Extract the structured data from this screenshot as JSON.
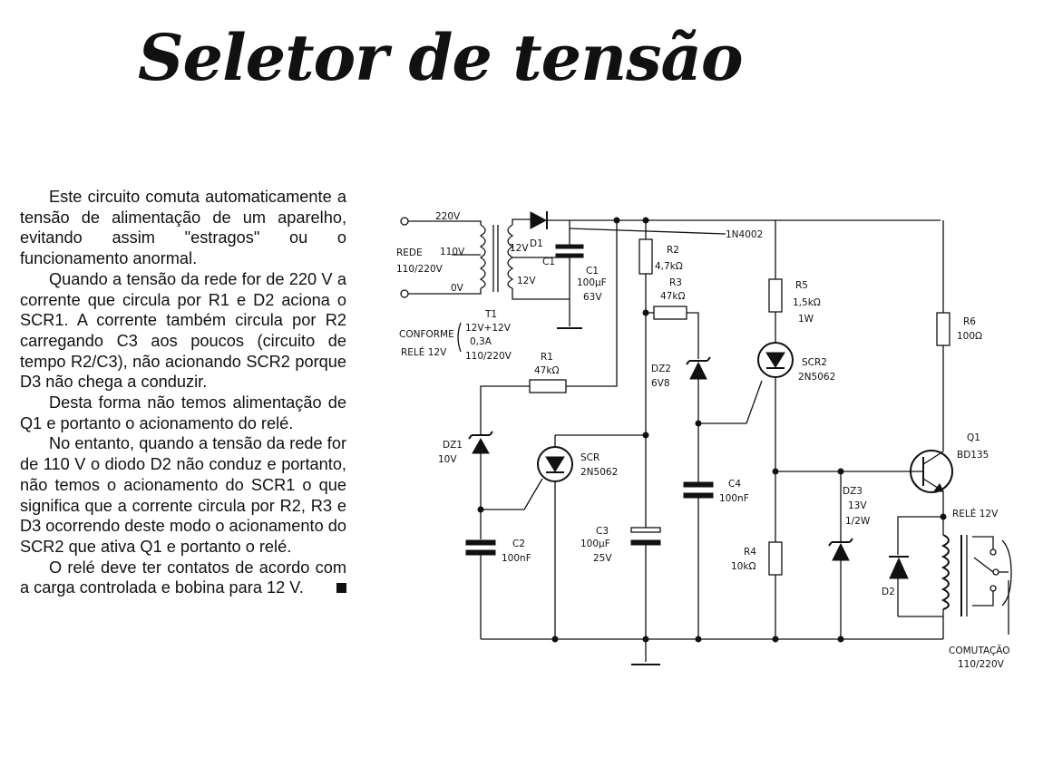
{
  "title": "Seletor de tensão",
  "article": {
    "paragraphs": [
      "Este circuito comuta automaticamente a tensão de alimentação de um aparelho, evitando assim \"estragos\" ou o funcionamento anormal.",
      "Quando a tensão da rede for de 220 V a corrente que circula por R1 e D2 aciona o SCR1. A corrente também circula por R2 carregando C3 aos poucos (circuito de tempo R2/C3), não acionando SCR2 porque D3 não chega a conduzir.",
      "Desta forma não temos alimentação de Q1 e portanto o acionamento do relé.",
      "No entanto, quando a tensão da rede for de 110 V o diodo D2 não conduz e portanto, não temos o acionamento do SCR1 o que significa que a corrente circula por R2, R3 e D3 ocorrendo deste modo o acionamento do SCR2 que ativa Q1 e portanto o relé.",
      "O relé deve ter contatos de acordo com a carga controlada e bobina para 12 V."
    ]
  },
  "schematic": {
    "tap_220": "220V",
    "rede": "REDE",
    "tap_110": "110V",
    "rede_range": "110/220V",
    "tap_0": "0V",
    "sec_top": "12V",
    "sec_bot": "12V",
    "t1": "T1",
    "conforme": "CONFORME",
    "rele12v": "RELÉ 12V",
    "t1_spec1": "12V+12V",
    "t1_spec2": "0,3A",
    "t1_spec3": "110/220V",
    "d1": "D1",
    "d1_part": "1N4002",
    "c1_mark": "C1",
    "c1": "C1",
    "c1_val": "100µF",
    "c1_volt": "63V",
    "r1": "R1",
    "r1_val": "47kΩ",
    "r2": "R2",
    "r2_val": "4,7kΩ",
    "r3": "R3",
    "r3_val": "47kΩ",
    "dz2": "DZ2",
    "dz2_val": "6V8",
    "dz1": "DZ1",
    "dz1_val": "10V",
    "scr1": "SCR",
    "scr1_part": "2N5062",
    "c2": "C2",
    "c2_val": "100nF",
    "c3": "C3",
    "c3_val": "100µF",
    "c3_volt": "25V",
    "c4": "C4",
    "c4_val": "100nF",
    "r5": "R5",
    "r5_val": "1,5kΩ",
    "r5_w": "1W",
    "scr2": "SCR2",
    "scr2_part": "2N5062",
    "r4": "R4",
    "r4_val": "10kΩ",
    "dz3": "DZ3",
    "dz3_val": "13V",
    "dz3_w": "1/2W",
    "r6": "R6",
    "r6_val": "100Ω",
    "q1": "Q1",
    "q1_part": "BD135",
    "rele": "RELÉ 12V",
    "d2": "D2",
    "comutacao": "COMUTAÇÃO",
    "comutacao_v": "110/220V"
  }
}
